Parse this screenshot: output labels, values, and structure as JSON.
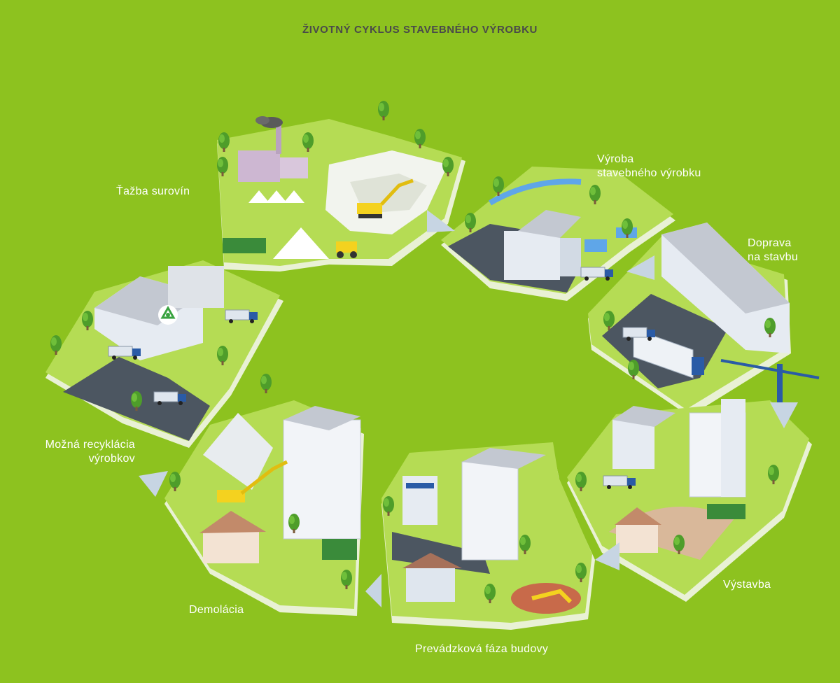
{
  "title": "ŽIVOTNÝ CYKLUS STAVEBNÉHO VÝROBKU",
  "stages": {
    "extraction": {
      "line1": "Ťažba surovín"
    },
    "production": {
      "line1": "Výroba",
      "line2": "stavebného výrobku"
    },
    "transport": {
      "line1": "Doprava",
      "line2": "na stavbu"
    },
    "construction": {
      "line1": "Výstavba"
    },
    "operation": {
      "line1": "Prevádzková fáza budovy"
    },
    "demolition": {
      "line1": "Demolácia"
    },
    "recycling": {
      "line1": "Možná recyklácia",
      "line2": "výrobkov"
    }
  },
  "colors": {
    "background": "#8dc21f",
    "tile_top": "#b5dc54",
    "tile_side": "#e9f1d5",
    "road": "#4c5661",
    "building": "#e6ebf2",
    "roof": "#c3c8d1",
    "truck": "#2a5ba6",
    "tree": "#4e9d2a",
    "arrow": "#c7d5e3",
    "label": "#ffffff",
    "title": "#4a4a4a"
  },
  "icons": [
    "recycle-icon",
    "factory-icon",
    "excavator-icon",
    "truck-icon",
    "crane-icon",
    "house-icon"
  ]
}
